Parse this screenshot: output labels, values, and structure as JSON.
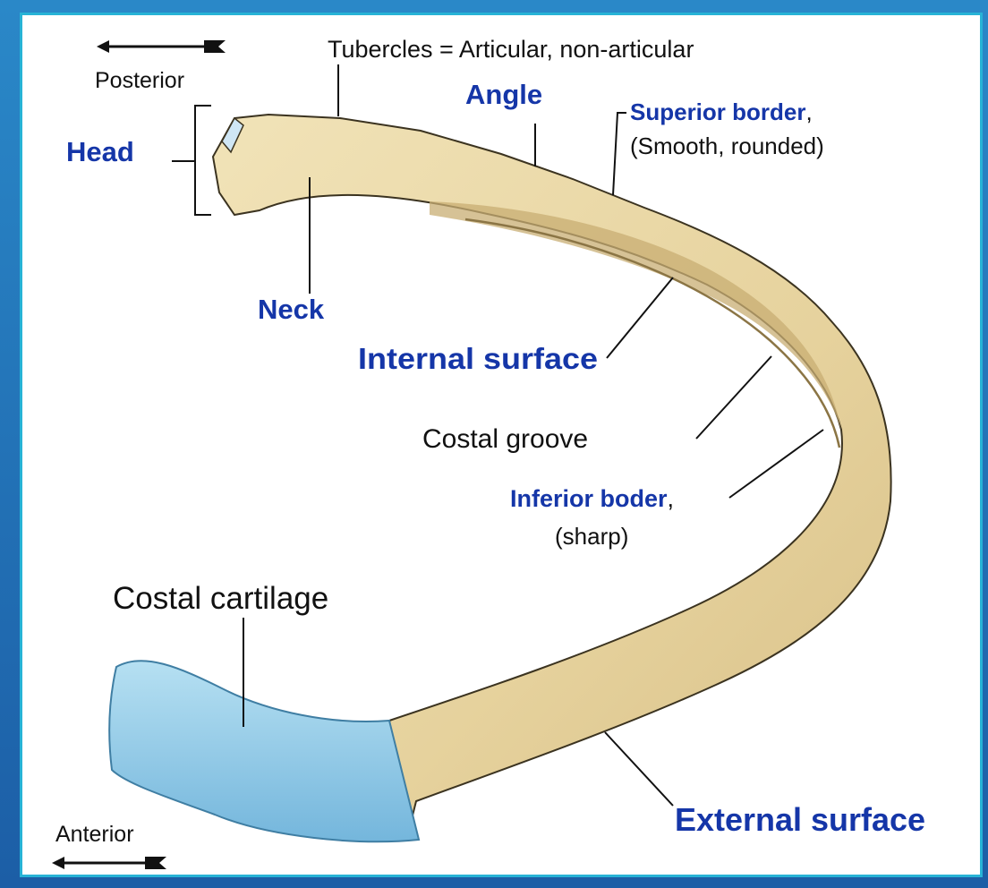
{
  "labels": {
    "posterior": "Posterior",
    "anterior": "Anterior",
    "tubercles": "Tubercles = Articular, non-articular",
    "angle": "Angle",
    "superior_border": "Superior border",
    "superior_comma": ",",
    "superior_note": "(Smooth, rounded)",
    "head": "Head",
    "neck": "Neck",
    "internal_surface": "Internal surface",
    "costal_groove": "Costal groove",
    "inferior_border": "Inferior boder",
    "inferior_comma": ",",
    "inferior_note": "(sharp)",
    "costal_cartilage": "Costal cartilage",
    "external_surface": "External surface"
  },
  "colors": {
    "bone": "#e8d7a6",
    "bone_shadow": "#c9b27a",
    "cartilage": "#8cc8e6",
    "cartilage_edge": "#4c8fb5",
    "label_blue": "#1536a8",
    "panel_border": "#27b3d6"
  }
}
